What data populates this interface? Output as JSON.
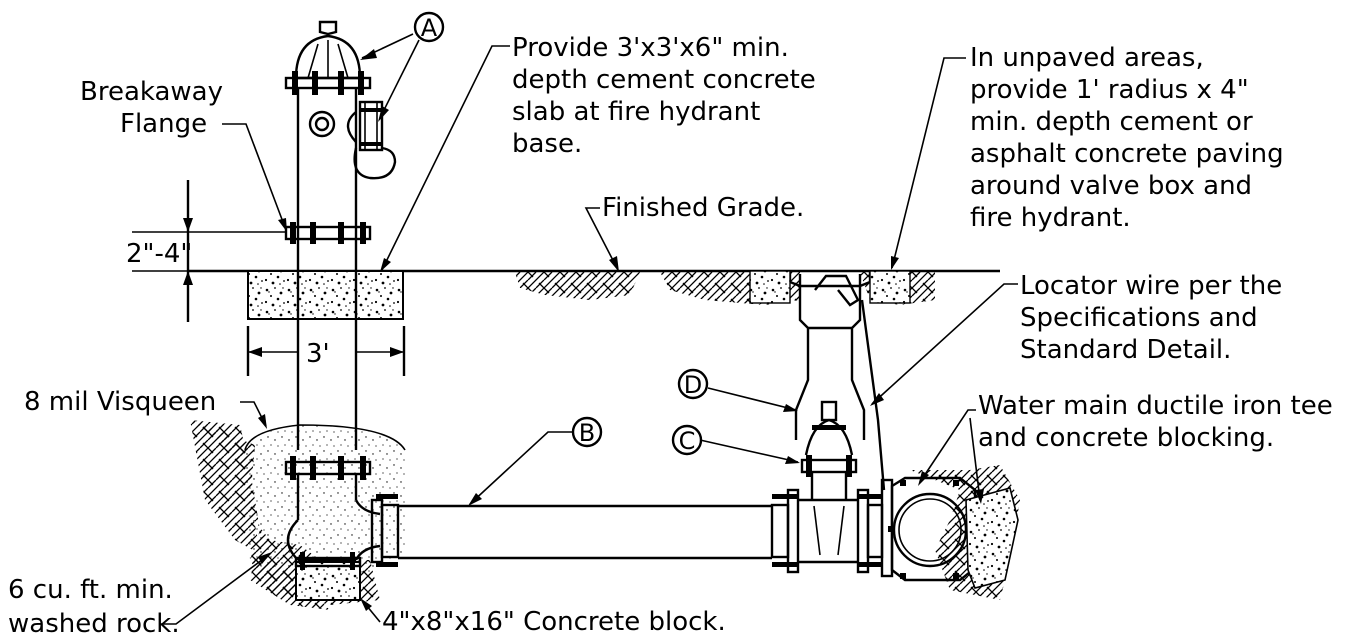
{
  "title": "",
  "labels": {
    "breakaway_line1": "Breakaway",
    "breakaway_line2": "Flange",
    "slab_line1": "Provide 3'x3'x6\" min.",
    "slab_line2": "depth  cement concrete",
    "slab_line3": "slab at fire hydrant",
    "slab_line4": "base.",
    "unpaved_line1": "In unpaved areas,",
    "unpaved_line2": "provide 1' radius x 4\"",
    "unpaved_line3": "min. depth  cement or",
    "unpaved_line4": "asphalt concrete paving",
    "unpaved_line5": "around valve box and",
    "unpaved_line6": "fire hydrant.",
    "finished_grade": "Finished Grade.",
    "dim_height": "2\"-4\"",
    "dim_width": "3'",
    "locator_line1": "Locator wire per the",
    "locator_line2": "Specifications and",
    "locator_line3": "Standard Detail.",
    "visqueen": "8 mil Visqueen",
    "tee_line1": "Water main ductile iron tee",
    "tee_line2": "and concrete blocking.",
    "rock_line1": "6 cu. ft. min.",
    "rock_line2": "washed rock.",
    "block": "4\"x8\"x16\" Concrete block."
  },
  "callouts": {
    "a": "A",
    "b": "B",
    "c": "C",
    "d": "D"
  }
}
